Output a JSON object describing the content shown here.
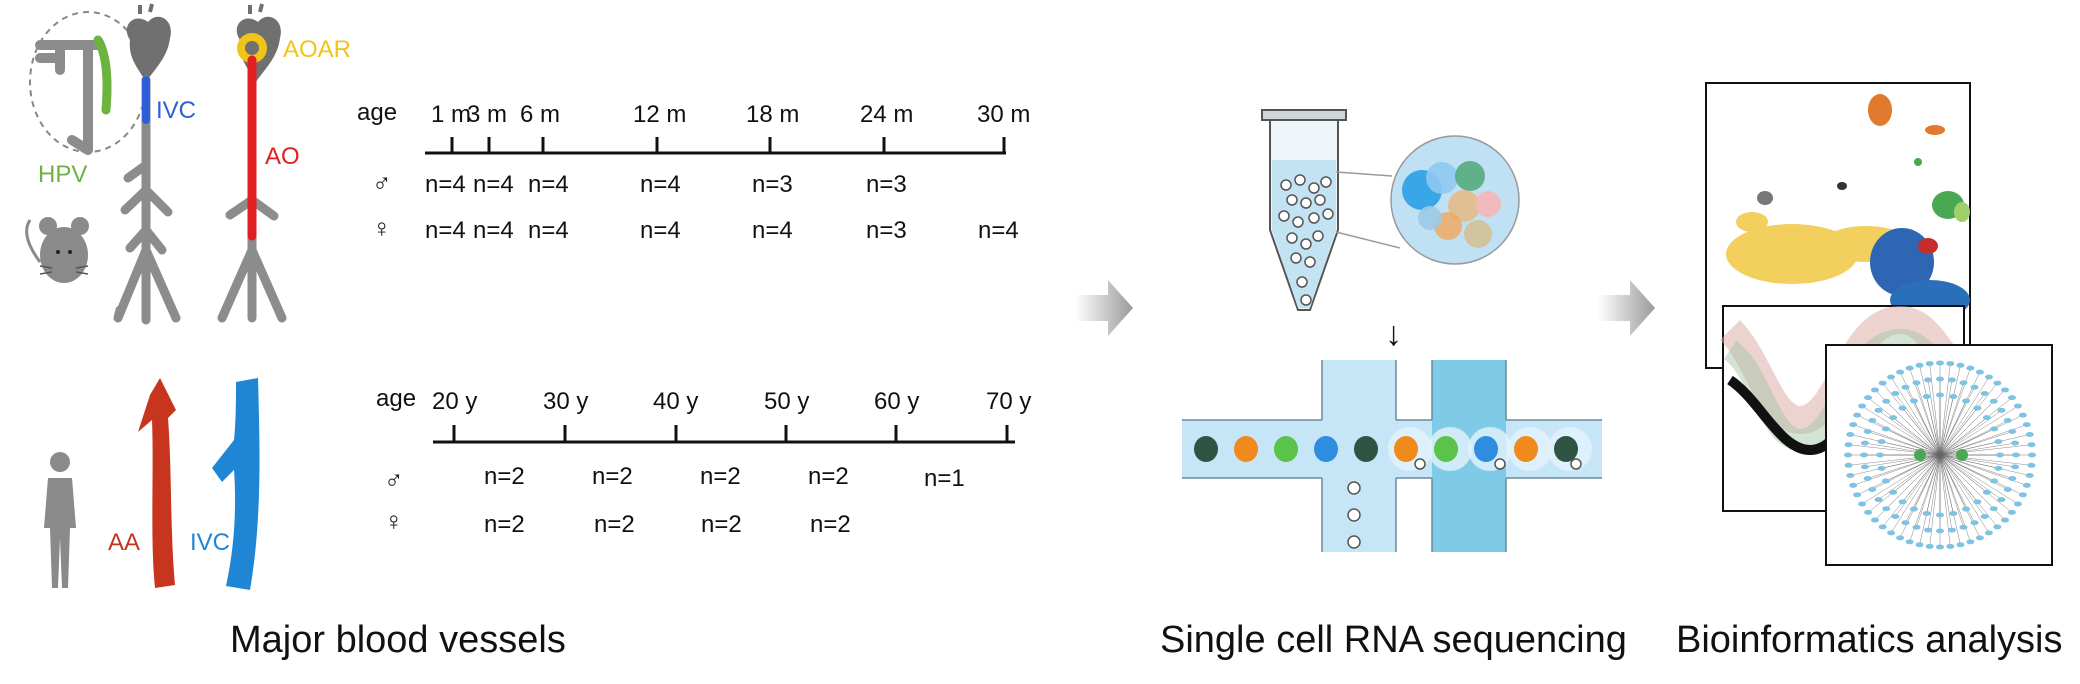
{
  "mouse": {
    "labels": {
      "hpv": "HPV",
      "ivc": "IVC",
      "aoar": "AOAR",
      "ao": "AO"
    },
    "timeline": {
      "age_label": "age",
      "ticks": [
        "1 m",
        "3 m",
        "6 m",
        "12 m",
        "18 m",
        "24 m",
        "30 m"
      ],
      "male_counts": [
        "n=4",
        "n=4",
        "n=4",
        "n=4",
        "n=3",
        "n=3",
        ""
      ],
      "female_counts": [
        "n=4",
        "n=4",
        "n=4",
        "n=4",
        "n=4",
        "n=3",
        "n=4"
      ]
    }
  },
  "human": {
    "labels": {
      "aa": "AA",
      "ivc": "IVC"
    },
    "timeline": {
      "age_label": "age",
      "ticks": [
        "20 y",
        "30 y",
        "40 y",
        "50 y",
        "60 y",
        "70 y"
      ],
      "male_counts": [
        "n=2",
        "n=2",
        "n=2",
        "n=2",
        "n=1"
      ],
      "female_counts": [
        "n=2",
        "n=2",
        "n=2",
        "n=2"
      ]
    }
  },
  "symbols": {
    "male": "♂",
    "female": "♀",
    "down_arrow": "↓"
  },
  "captions": {
    "vessels": "Major blood vessels",
    "scrna": "Single cell RNA sequencing",
    "bioinfo": "Bioinformatics analysis"
  },
  "colors": {
    "hpv": "#6cb33f",
    "ivc_mouse": "#2c5fd9",
    "aoar": "#f2c419",
    "ao": "#e02020",
    "aa": "#c8351f",
    "ivc_human": "#1f86d6",
    "vessel_gray": "#8c8c8c",
    "channel_light": "#c6e6f7",
    "channel_dark": "#7fcbe7"
  },
  "droplet_cells": [
    "#2f5443",
    "#f08a1c",
    "#5bc24a",
    "#2e8de0",
    "#2f5443",
    "#f08a1c",
    "#5bc24a",
    "#2e8de0",
    "#f08a1c",
    "#2f5443"
  ]
}
